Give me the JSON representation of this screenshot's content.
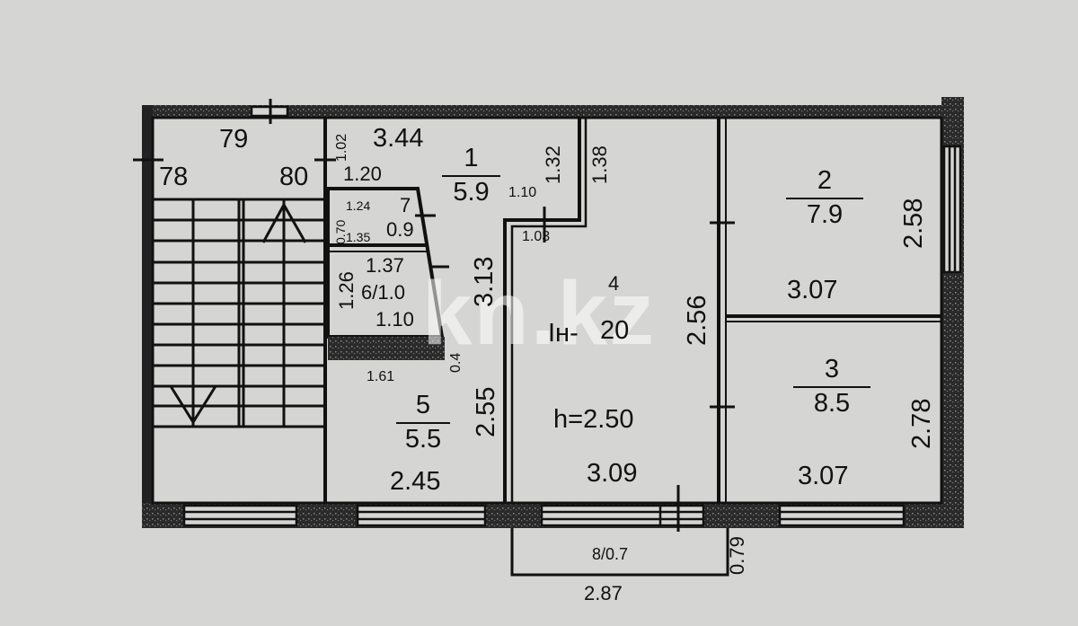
{
  "plan": {
    "ceiling_height": "h=2.50",
    "watermark": "kn.kz",
    "rooms": [
      {
        "id": "1",
        "area": "5.9",
        "dims": [
          "3.44",
          "1.20",
          "1.02"
        ]
      },
      {
        "id": "2",
        "area": "7.9",
        "dims": [
          "3.07",
          "2.58"
        ]
      },
      {
        "id": "3",
        "area": "8.5",
        "dims": [
          "3.07",
          "2.78"
        ]
      },
      {
        "id": "4",
        "area": "20",
        "dims": [
          "3.09",
          "2.56",
          "3.13"
        ],
        "label_prefix": "Ін-"
      },
      {
        "id": "5",
        "area": "5.5",
        "dims": [
          "2.45",
          "2.55",
          "1.61"
        ]
      },
      {
        "id": "6",
        "area": "1.0",
        "label": "6/1.0",
        "dims": [
          "1.37",
          "1.26",
          "1.10"
        ]
      },
      {
        "id": "7",
        "area": "0.9",
        "dims": [
          "1.24",
          "1.35",
          "0.70"
        ]
      },
      {
        "id": "8",
        "area": "0.7",
        "label": "8/0.7",
        "dims": [
          "2.87",
          "0.79"
        ]
      }
    ],
    "stair_numbers": [
      "78",
      "79",
      "80"
    ],
    "other_dims": {
      "d_1_32": "1.32",
      "d_1_38": "1.38",
      "d_1_10": "1.10",
      "d_1_03": "1.03",
      "d_0_4": "0.4"
    }
  }
}
